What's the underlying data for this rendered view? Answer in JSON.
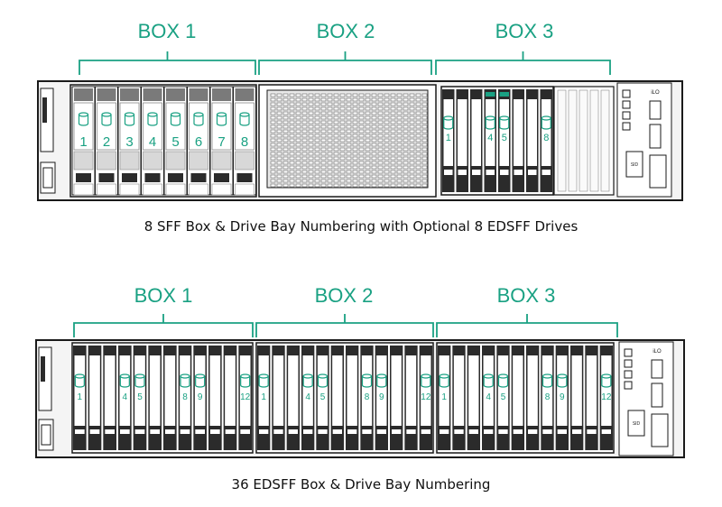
{
  "colors": {
    "accent": "#1aa183",
    "outline": "#1a1a1a",
    "panel": "#f4f4f4",
    "dark": "#2b2b2b",
    "mid": "#7a7a7a",
    "light": "#d8d8d8"
  },
  "top": {
    "boxes": [
      {
        "label": "BOX 1"
      },
      {
        "label": "BOX 2"
      },
      {
        "label": "BOX 3"
      }
    ],
    "sff_bays": [
      "1",
      "2",
      "3",
      "4",
      "5",
      "6",
      "7",
      "8"
    ],
    "edsff_bays": [
      "1",
      "4",
      "5",
      "8"
    ],
    "caption": "8 SFF Box & Drive Bay Numbering with Optional 8 EDSFF Drives"
  },
  "bottom": {
    "boxes": [
      {
        "label": "BOX 1"
      },
      {
        "label": "BOX 2"
      },
      {
        "label": "BOX 3"
      }
    ],
    "edsff_bays": [
      "1",
      "4",
      "5",
      "8",
      "9",
      "12"
    ],
    "caption": "36 EDSFF Box & Drive Bay Numbering"
  },
  "ilo_label": "iLO",
  "uid_label": "SID"
}
